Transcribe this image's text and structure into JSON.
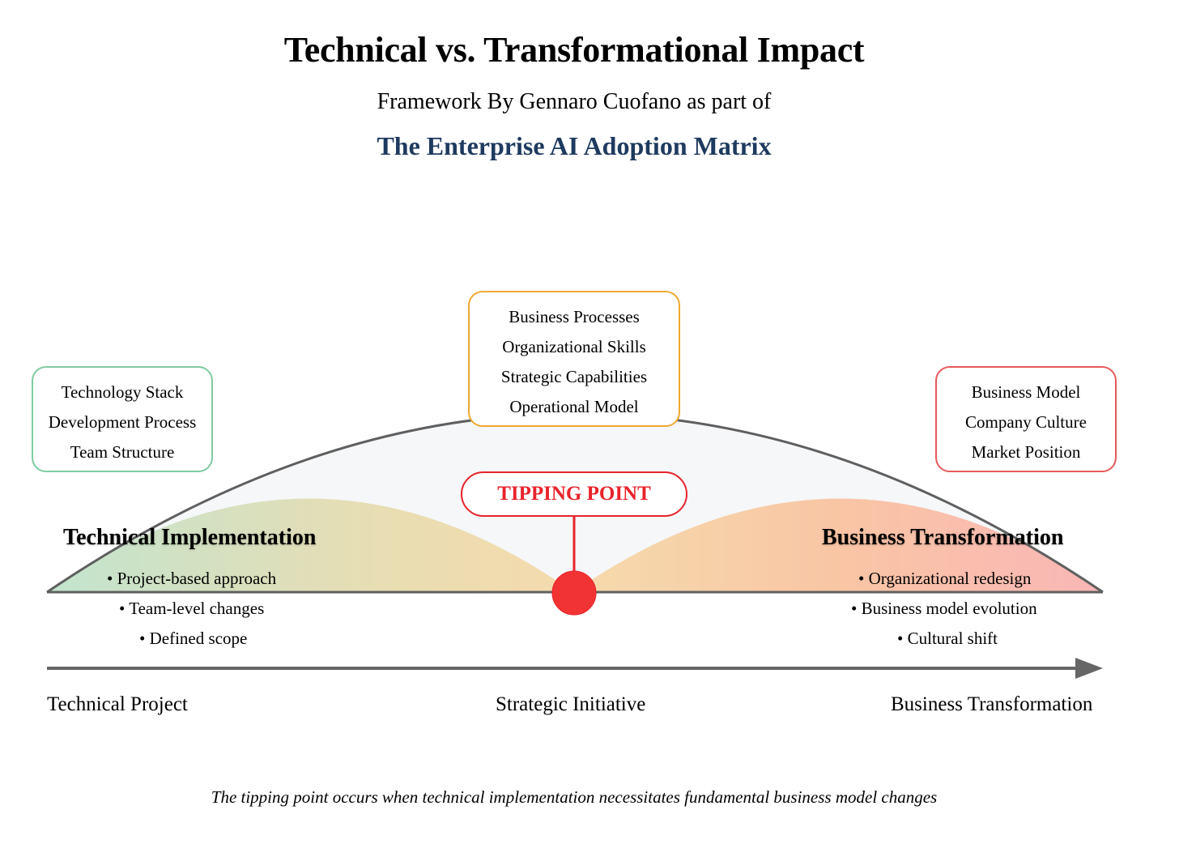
{
  "header": {
    "title": "Technical vs. Transformational Impact",
    "subtitle": "Framework By Gennaro Cuofano as part of",
    "matrix_name": "The Enterprise AI Adoption Matrix"
  },
  "colors": {
    "matrix_name": "#1e3a5f",
    "left_box_border": "#7fcba0",
    "middle_box_border": "#f0a830",
    "right_box_border": "#e85a5a",
    "tipping_point": "#e8232b",
    "curve_stroke": "#5f5f5f",
    "curve_fill": "#f5f7f9",
    "gradient_left": "#bfe3cc",
    "gradient_mid": "#f5d9a8",
    "gradient_right": "#f9b3b3",
    "axis": "#666666"
  },
  "boxes": {
    "left": {
      "items": [
        "Technology Stack",
        "Development Process",
        "Team Structure"
      ]
    },
    "middle": {
      "items": [
        "Business Processes",
        "Organizational Skills",
        "Strategic Capabilities",
        "Operational Model"
      ]
    },
    "right": {
      "items": [
        "Business Model",
        "Company Culture",
        "Market Position"
      ]
    }
  },
  "tipping_point": {
    "label": "TIPPING POINT"
  },
  "zones": {
    "left": {
      "title": "Technical Implementation",
      "bullets": [
        "• Project-based approach",
        "• Team-level changes",
        "• Defined scope"
      ]
    },
    "right": {
      "title": "Business Transformation",
      "bullets": [
        "• Organizational redesign",
        "• Business model evolution",
        "• Cultural shift"
      ]
    }
  },
  "axis": {
    "labels": [
      "Technical Project",
      "Strategic Initiative",
      "Business Transformation"
    ]
  },
  "footer": {
    "note": "The tipping point occurs when technical implementation necessitates fundamental business model changes"
  }
}
